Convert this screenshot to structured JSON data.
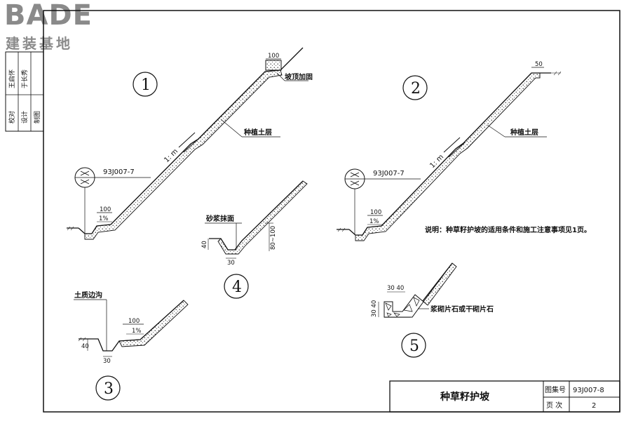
{
  "logo": {
    "word": "BADE",
    "subtitle": "建装基地"
  },
  "side_block": {
    "roles": [
      "校对",
      "设计",
      "制图"
    ],
    "names": [
      "王启怀",
      "于长秀",
      ""
    ]
  },
  "detail1": {
    "number": "1",
    "top_dim": "100",
    "top_label": "坡顶加固",
    "soil_label": "种植土层",
    "slope": "1: m",
    "ref": "93J007-7",
    "ditch_dim": "100",
    "ditch_slope": "1%"
  },
  "detail2": {
    "number": "2",
    "top_dim": "50",
    "soil_label": "种植土层",
    "slope": "1: m",
    "ref": "93J007-7",
    "ditch_dim": "100",
    "ditch_slope": "1%"
  },
  "detail3": {
    "number": "3",
    "label": "土质边沟",
    "dim_top": "100",
    "slope": "1%",
    "dim_depth": "40",
    "dim_width": "30"
  },
  "detail4": {
    "number": "4",
    "label": "砂浆抹面",
    "dim_left": "40",
    "dim_bottom": "30",
    "dim_right": "80~100"
  },
  "detail5": {
    "number": "5",
    "dim_top": "30 40",
    "dim_left": "30 40",
    "label": "浆砌片石或干砌片石"
  },
  "note": "说明：种草籽护坡的适用条件和施工注意事项见1页。",
  "title_block": {
    "title": "种草籽护坡",
    "atlas_label": "图集号",
    "atlas_no": "93J007-8",
    "page_label": "页 次",
    "page_no": "2"
  }
}
